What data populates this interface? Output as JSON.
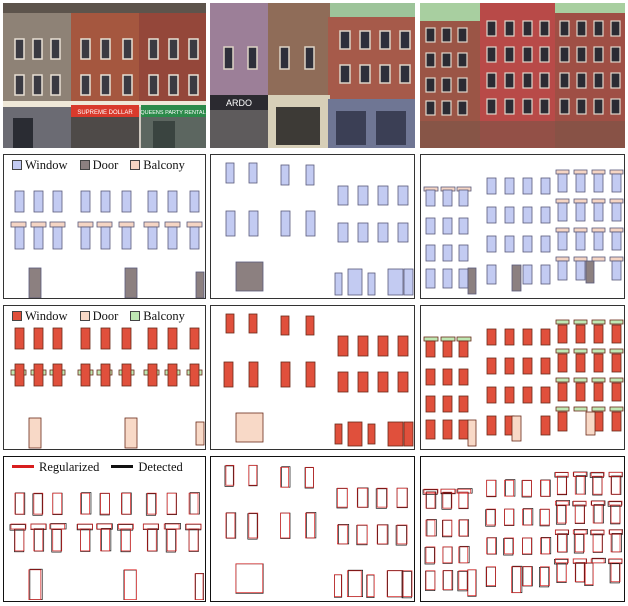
{
  "legends": {
    "semantic": {
      "window": "Window",
      "door": "Door",
      "balcony": "Balcony"
    },
    "regularization": {
      "regularized": "Regularized",
      "detected": "Detected"
    }
  },
  "colors": {
    "gt": {
      "window": "#c3cbf2",
      "door": "#8c8080",
      "balcony": "#f5d5c4",
      "stroke": "#5a5a7a"
    },
    "pred": {
      "window": "#e0503c",
      "door": "#f8d9c7",
      "balcony": "#bfe8b4",
      "stroke": "#6a2a1a"
    },
    "regularized": "#d81e1e",
    "detected": "#111111"
  },
  "photo_signs": {
    "col1": [
      "SUPREME DOLLAR",
      "QUEENS PARTY RENTAL"
    ],
    "col2": [
      "ARDO"
    ]
  }
}
